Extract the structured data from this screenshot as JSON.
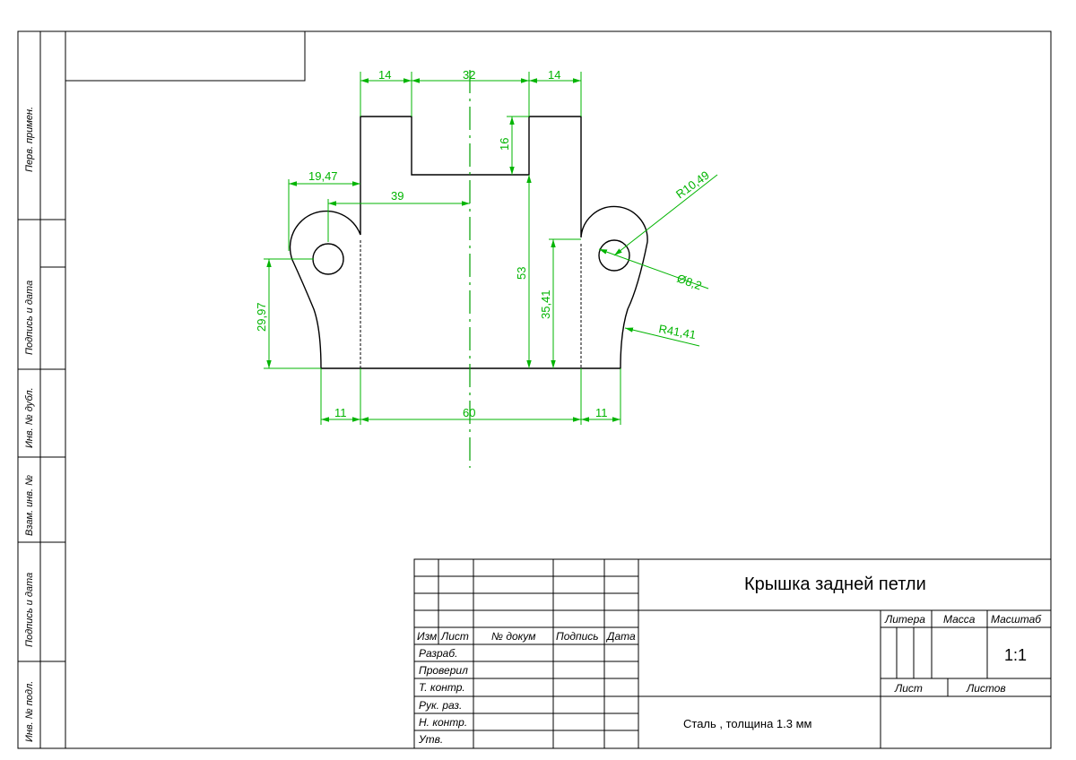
{
  "side_labels": {
    "perv_primen": "Перв. примен.",
    "podpis_data_1": "Подпись и дата",
    "inv_dubl": "Инв. № дубл.",
    "vzam_inv": "Взам. инв. №",
    "podpis_data_2": "Подпись и дата",
    "inv_podl": "Инв. № подл."
  },
  "dimensions": {
    "d14_left": "14",
    "d32": "32",
    "d14_right": "14",
    "d16": "16",
    "d19_47": "19,47",
    "d39": "39",
    "r10_49": "R10,49",
    "d53": "53",
    "d35_41": "35,41",
    "phi8_2": "Ø8,2",
    "r41_41": "R41,41",
    "d29_97": "29,97",
    "d11_left": "11",
    "d60": "60",
    "d11_right": "11"
  },
  "title_block": {
    "title": "Крышка задней петли",
    "material": "Сталь , толщина 1.3 мм",
    "scale_value": "1:1",
    "headers": {
      "izm": "Изм",
      "list": "Лист",
      "n_dokum": "№ докум",
      "podpis": "Подпись",
      "data": "Дата",
      "litera": "Литера",
      "massa": "Масса",
      "masshtab": "Масштаб",
      "list2": "Лист",
      "listov": "Листов"
    },
    "roles": {
      "razrab": "Разраб.",
      "proveril": "Проверил",
      "t_kontr": "Т. контр.",
      "ruk_raz": "Рук. раз.",
      "n_kontr": "Н. контр.",
      "utv": "Утв."
    }
  },
  "colors": {
    "dimension": "#00b400",
    "outline": "#000000",
    "axis": "#00a000"
  }
}
